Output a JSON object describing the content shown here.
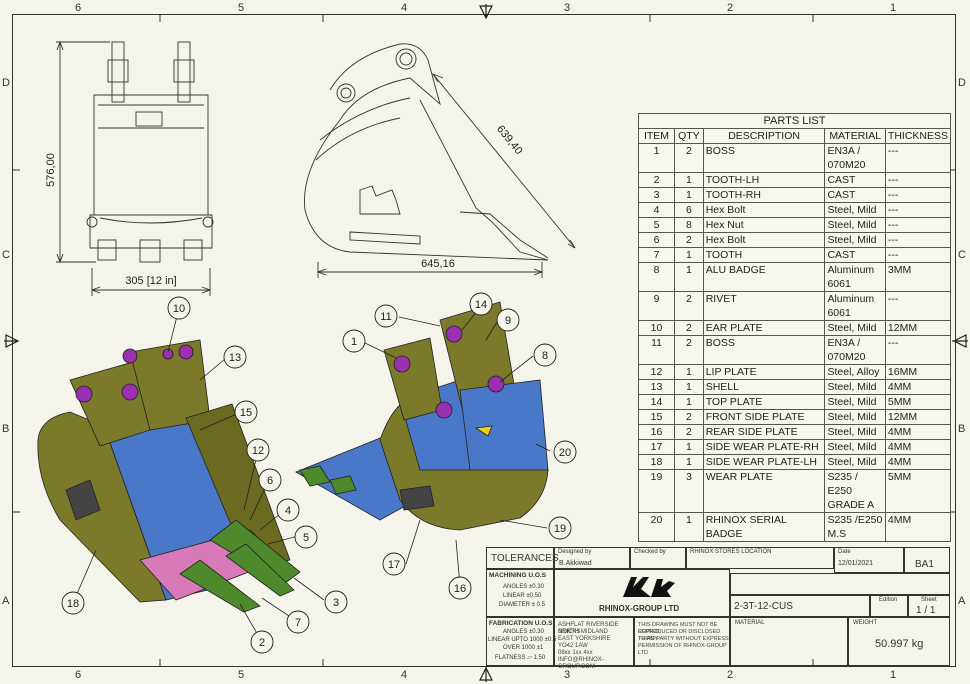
{
  "zones": {
    "top": [
      "6",
      "5",
      "4",
      "3",
      "2",
      "1"
    ],
    "bottom": [
      "6",
      "5",
      "4",
      "3",
      "2",
      "1"
    ],
    "left": [
      "D",
      "C",
      "B",
      "A"
    ],
    "right": [
      "D",
      "C",
      "B",
      "A"
    ]
  },
  "dimensions": {
    "height": "576,00",
    "width": "305 [12 in]",
    "depth": "645,16",
    "diagonal": "639,40"
  },
  "logo_text": "RHINOX-GROUP LTD",
  "balloons": [
    "1",
    "2",
    "3",
    "4",
    "5",
    "6",
    "7",
    "8",
    "9",
    "10",
    "11",
    "12",
    "13",
    "14",
    "15",
    "16",
    "17",
    "18",
    "19",
    "20"
  ],
  "parts_list": {
    "title": "PARTS LIST",
    "headers": [
      "ITEM",
      "QTY",
      "DESCRIPTION",
      "MATERIAL",
      "THICKNESS"
    ],
    "rows": [
      {
        "item": "1",
        "qty": "2",
        "desc": "BOSS",
        "mat": "EN3A / 070M20",
        "thk": "---"
      },
      {
        "item": "2",
        "qty": "1",
        "desc": "TOOTH-LH",
        "mat": "CAST",
        "thk": "---"
      },
      {
        "item": "3",
        "qty": "1",
        "desc": "TOOTH-RH",
        "mat": "CAST",
        "thk": "---"
      },
      {
        "item": "4",
        "qty": "6",
        "desc": "Hex Bolt",
        "mat": "Steel, Mild",
        "thk": "---"
      },
      {
        "item": "5",
        "qty": "8",
        "desc": "Hex Nut",
        "mat": "Steel, Mild",
        "thk": "---"
      },
      {
        "item": "6",
        "qty": "2",
        "desc": "Hex Bolt",
        "mat": "Steel, Mild",
        "thk": "---"
      },
      {
        "item": "7",
        "qty": "1",
        "desc": "TOOTH",
        "mat": "CAST",
        "thk": "---"
      },
      {
        "item": "8",
        "qty": "1",
        "desc": "ALU BADGE",
        "mat": "Aluminum 6061",
        "thk": "3MM"
      },
      {
        "item": "9",
        "qty": "2",
        "desc": "RIVET",
        "mat": "Aluminum 6061",
        "thk": "---"
      },
      {
        "item": "10",
        "qty": "2",
        "desc": "EAR PLATE",
        "mat": "Steel, Mild",
        "thk": "12MM"
      },
      {
        "item": "11",
        "qty": "2",
        "desc": "BOSS",
        "mat": "EN3A / 070M20",
        "thk": "---"
      },
      {
        "item": "12",
        "qty": "1",
        "desc": "LIP PLATE",
        "mat": "Steel, Alloy",
        "thk": "16MM"
      },
      {
        "item": "13",
        "qty": "1",
        "desc": "SHELL",
        "mat": "Steel, Mild",
        "thk": "4MM"
      },
      {
        "item": "14",
        "qty": "1",
        "desc": "TOP PLATE",
        "mat": "Steel, Mild",
        "thk": "5MM"
      },
      {
        "item": "15",
        "qty": "2",
        "desc": "FRONT SIDE PLATE",
        "mat": "Steel, Mild",
        "thk": "12MM"
      },
      {
        "item": "16",
        "qty": "2",
        "desc": "REAR SIDE PLATE",
        "mat": "Steel, Mild",
        "thk": "4MM"
      },
      {
        "item": "17",
        "qty": "1",
        "desc": "SIDE WEAR PLATE-RH",
        "mat": "Steel, Mild",
        "thk": "4MM"
      },
      {
        "item": "18",
        "qty": "1",
        "desc": "SIDE WEAR PLATE-LH",
        "mat": "Steel, Mild",
        "thk": "4MM"
      },
      {
        "item": "19",
        "qty": "3",
        "desc": "WEAR PLATE",
        "mat": "S235 / E250 GRADE A",
        "thk": "5MM"
      },
      {
        "item": "20",
        "qty": "1",
        "desc": "RHINOX SERIAL BADGE",
        "mat": "S235 /E250 M.S",
        "thk": "4MM"
      }
    ]
  },
  "title_block": {
    "tolerances": "TOLERANCES",
    "machining_title": "MACHINING U.O.S",
    "machining_lines": [
      "ANGLES ±0.30",
      "LINEAR ±0.50",
      "DIAMETER ± 0.5"
    ],
    "fabrication_title": "FABRICATION U.O.S",
    "fabrication_lines": [
      "ANGLES ±0.30",
      "LINEAR UPTO 1000 ±0.5",
      "OVER 1000 ±1",
      "FLATNESS ⏥ 1.50"
    ],
    "designed_by_label": "Designed by",
    "designed_by": "B.Akkiwad",
    "checked_by_label": "Checked by",
    "location": "RHINOX STORES LOCATION",
    "date_label": "Date",
    "date": "12/01/2021",
    "size": "BA1",
    "part_no": "2-3T-12-CUS",
    "edition_label": "Edition",
    "sheet_label": "Sheet",
    "sheet": "1 / 1",
    "material_label": "MATERIAL",
    "weight_label": "WEIGHT",
    "weight": "50.997 kg",
    "address": [
      "ASHFLAT RIVERSIDE BRICKS",
      "NORTH MIDLAND",
      "EAST YORKSHIRE",
      "YO42 1AW",
      "08xx 1xx 4xx",
      "INFO@RHINOX-GROUP.COM"
    ],
    "notice": [
      "THIS DRAWING MUST NOT BE COPIED,",
      "REPRODUCED OR DISCLOSED TO ANY",
      "THIRD PARTY WITHOUT EXPRESS",
      "PERMISSION OF RHINOX-GROUP LTD"
    ]
  }
}
